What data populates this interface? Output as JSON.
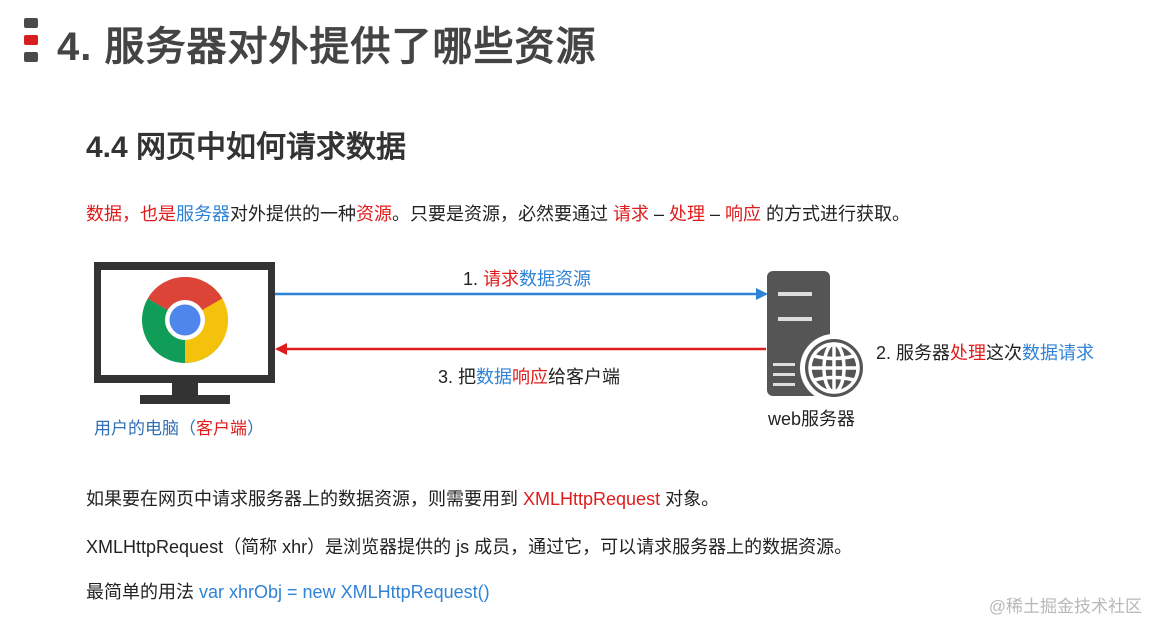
{
  "title": "4. 服务器对外提供了哪些资源",
  "section_title": "4.4 网页中如何请求数据",
  "intro": {
    "part1": "数据，也是",
    "part2": "服务器",
    "part3": "对外提供的一种",
    "part4": "资源",
    "part5": "。只要是资源，必然要通过 ",
    "part6": "请求",
    "part7": " – ",
    "part8": "处理",
    "part9": " – ",
    "part10": "响应",
    "part11": " 的方式进行获取。"
  },
  "diagram": {
    "request": {
      "prefix": "1. ",
      "red": "请求",
      "blue": "数据资源"
    },
    "response": {
      "prefix": "3. 把",
      "blue": "数据",
      "red": "响应",
      "suffix": "给客户端"
    },
    "process": {
      "prefix": "2. 服务器",
      "red": "处理",
      "mid": "这次",
      "blue": "数据请求"
    },
    "client": {
      "blue": "用户的电脑（",
      "red": "客户端",
      "end": "）"
    },
    "server_label": "web服务器",
    "icons": [
      "monitor-icon",
      "chrome-icon",
      "server-icon",
      "globe-icon"
    ],
    "colors": {
      "request_arrow": "#2f83d6",
      "response_arrow": "#e01b1b",
      "device": "#333333"
    }
  },
  "paragraphs": {
    "p1": {
      "pre": "如果要在网页中请求服务器上的数据资源，则需要用到 ",
      "red": "XMLHttpRequest",
      "post": " 对象。"
    },
    "p2": "XMLHttpRequest（简称 xhr）是浏览器提供的 js 成员，通过它，可以请求服务器上的数据资源。",
    "p3": {
      "pre": "最简单的用法 ",
      "code": "var xhrObj = new XMLHttpRequest()"
    }
  },
  "watermark": "@稀土掘金技术社区",
  "colors": {
    "accent_red": "#e01b1b",
    "accent_blue": "#2f83d6",
    "title_gray": "#444444"
  }
}
